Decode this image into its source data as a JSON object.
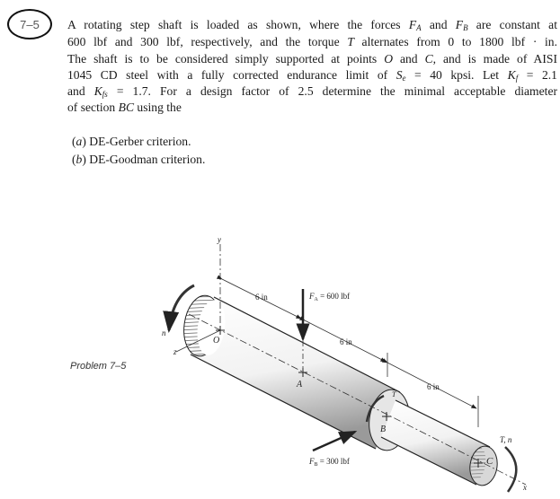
{
  "problem": {
    "number": "7–5",
    "lines": [
      [
        {
          "t": "A rotating step shaft is loaded as shown, where the forces "
        },
        {
          "t": "F",
          "i": true,
          "sub": "A"
        },
        {
          "t": " and "
        },
        {
          "t": "F",
          "i": true,
          "sub": "B"
        },
        {
          "t": " are constant at"
        }
      ],
      [
        {
          "t": "600 lbf and 300 lbf, respectively, and the torque "
        },
        {
          "t": "T",
          "i": true
        },
        {
          "t": " alternates from 0 to 1800 lbf · in."
        }
      ],
      [
        {
          "t": "The shaft is to be considered simply supported at points "
        },
        {
          "t": "O",
          "i": true
        },
        {
          "t": " and "
        },
        {
          "t": "C",
          "i": true
        },
        {
          "t": ", and is made of AISI"
        }
      ],
      [
        {
          "t": "1045 CD steel with a fully corrected endurance limit of "
        },
        {
          "t": "S",
          "i": true,
          "sub": "e"
        },
        {
          "t": " = 40 kpsi. Let "
        },
        {
          "t": "K",
          "i": true,
          "sub": "f"
        },
        {
          "t": " = 2.1"
        }
      ],
      [
        {
          "t": "and "
        },
        {
          "t": "K",
          "i": true,
          "sub": "fs"
        },
        {
          "t": " = 1.7. For a design factor of 2.5 determine the minimal acceptable diameter"
        }
      ],
      [
        {
          "t": "of section "
        },
        {
          "t": "BC",
          "i": true
        },
        {
          "t": " using the"
        }
      ],
      [
        {
          "t": "("
        },
        {
          "t": "a",
          "i": true
        },
        {
          "t": ") DE-Gerber criterion."
        }
      ],
      [
        {
          "t": "("
        },
        {
          "t": "b",
          "i": true
        },
        {
          "t": ") DE-Goodman criterion."
        }
      ]
    ]
  },
  "figure": {
    "caption": "Problem 7–5",
    "dim_OA": "6 in",
    "dim_AB": "6 in",
    "dim_BC": "6 in",
    "force_a": "F",
    "force_a_sub": "A",
    "force_a_value": " = 600 lbf",
    "force_b": "F",
    "force_b_sub": "B",
    "force_b_value": " = 300 lbf",
    "point_o": "O",
    "point_a": "A",
    "point_b": "B",
    "point_c": "C",
    "axis_x": "x",
    "axis_y": "y",
    "axis_z": "z",
    "rotation_n": "n",
    "torque_t": "T",
    "torque_tn": "T, n"
  }
}
